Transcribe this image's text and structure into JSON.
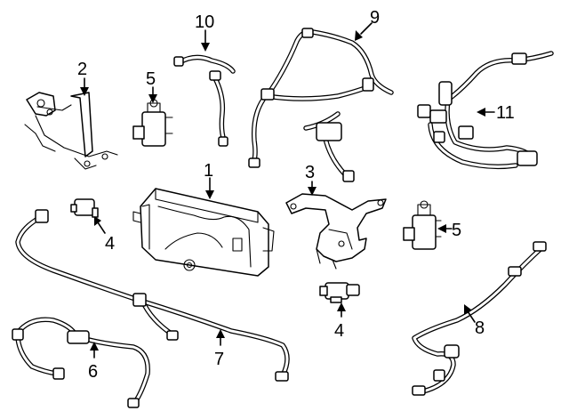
{
  "callouts": {
    "c1": "1",
    "c2": "2",
    "c3": "3",
    "c4a": "4",
    "c4b": "4",
    "c5a": "5",
    "c5b": "5",
    "c6": "6",
    "c7": "7",
    "c8": "8",
    "c9": "9",
    "c10": "10",
    "c11": "11"
  }
}
